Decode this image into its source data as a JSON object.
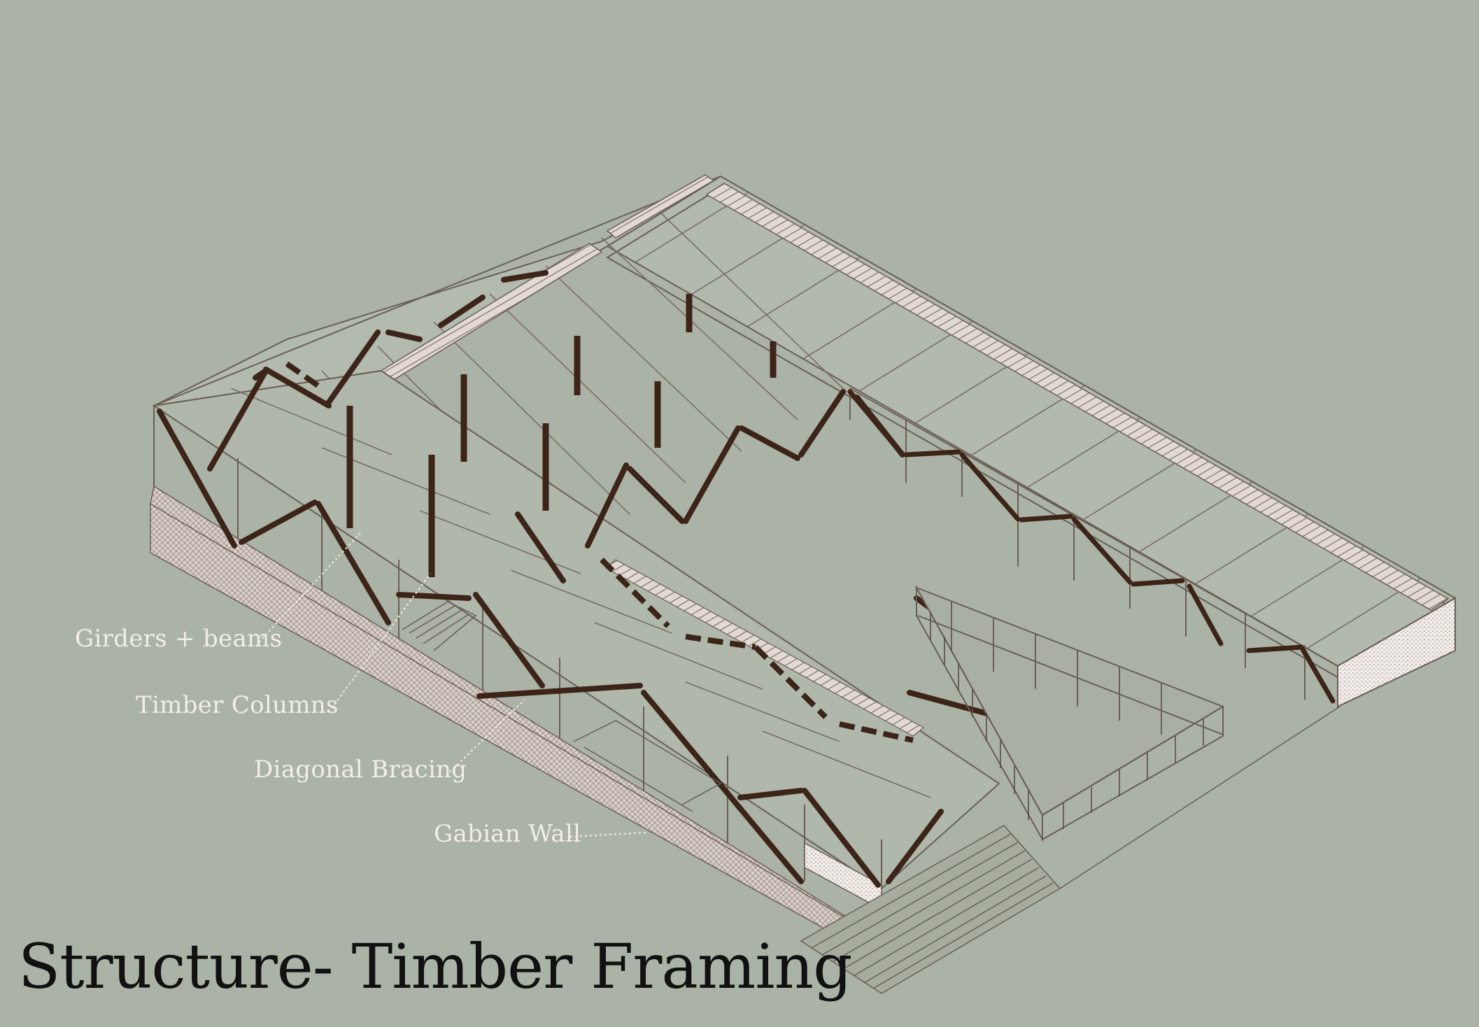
{
  "title": "Structure- Timber Framing",
  "callouts": [
    {
      "id": "girders",
      "text": "Girders + beams"
    },
    {
      "id": "columns",
      "text": "Timber Columns"
    },
    {
      "id": "bracing",
      "text": "Diagonal Bracing"
    },
    {
      "id": "wall",
      "text": "Gabian Wall"
    }
  ],
  "colors": {
    "background": "#abb3a6",
    "line": "#6a5e55",
    "timber": "#3d2419",
    "gabion_fill": "#d6cbc4",
    "label_text": "#f3efe6",
    "title_text": "#111111"
  }
}
